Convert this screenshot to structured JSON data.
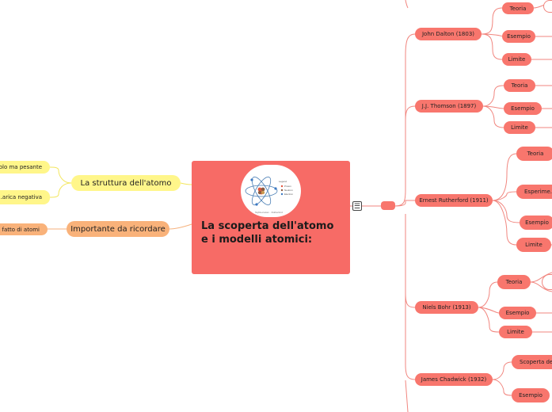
{
  "central": {
    "title": "La scoperta dell'atomo e i modelli atomici:",
    "image": {
      "legend_title": "Legend",
      "legend": [
        "Proton",
        "Neutron",
        "Electron"
      ],
      "caption": "Stylized atom · Rutherford"
    }
  },
  "left_branches": [
    {
      "label": "La struttura dell'atomo",
      "color": "#fff68a",
      "children": [
        "...olo ma pesante",
        "...arica negativa"
      ]
    },
    {
      "label": "Importante da ricordare",
      "color": "#f9b27a",
      "children": [
        "... fatto di atomi"
      ]
    }
  ],
  "right_branches": [
    {
      "label": "John Dalton (1803)",
      "children": [
        "Teoria",
        "Esempio",
        "Limite"
      ]
    },
    {
      "label": "J.J. Thomson (1897)",
      "children": [
        "Teoria",
        "Esempio",
        "Limite"
      ]
    },
    {
      "label": "Ernest Rutherford (1911)",
      "children": [
        "Teoria",
        "Esperime...",
        "Esempio",
        "Limite"
      ]
    },
    {
      "label": "Niels Bohr (1913)",
      "children": [
        "Teoria",
        "Esempio",
        "Limite"
      ]
    },
    {
      "label": "James Chadwick (1932)",
      "children": [
        "Scoperta de...",
        "Esempio"
      ]
    }
  ],
  "colors": {
    "red": "#f8766d",
    "red_line": "#f1867f",
    "yellow_line": "#f3e65c",
    "orange_line": "#f6b27e",
    "central": "#f76b66"
  },
  "icons": {
    "menu": "list-icon"
  }
}
